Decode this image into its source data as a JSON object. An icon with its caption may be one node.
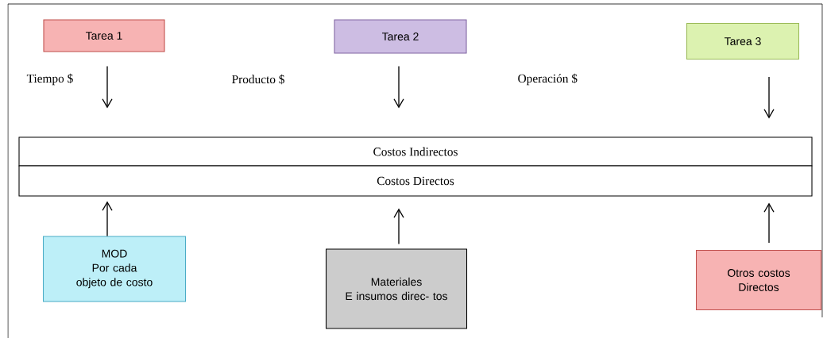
{
  "diagram": {
    "nodes": [
      {
        "text": [
          "Tarea 1"
        ]
      },
      {
        "text": [
          "Tarea 2"
        ]
      },
      {
        "text": [
          "Tarea 3"
        ]
      },
      {
        "text": [
          "Costos Indirectos"
        ]
      },
      {
        "text": [
          "Costos Directos"
        ]
      },
      {
        "text": [
          "MOD",
          "Por cada objeto de costo"
        ]
      },
      {
        "text": [
          "Materiales",
          "E insumos direc- tos"
        ]
      },
      {
        "text": [
          "Otros costos Directos"
        ]
      }
    ],
    "edges": [
      {
        "from": 0,
        "to": 3,
        "arrow": "to"
      },
      {
        "from": 1,
        "to": 3,
        "arrow": "to"
      },
      {
        "from": 2,
        "to": 3,
        "arrow": "to"
      },
      {
        "from": 5,
        "to": 4,
        "arrow": "to"
      },
      {
        "from": 6,
        "to": 4,
        "arrow": "to"
      },
      {
        "from": 7,
        "to": 4,
        "arrow": "to"
      }
    ],
    "labels": [
      "Tiempo $",
      "Producto $",
      "Operación $"
    ]
  }
}
